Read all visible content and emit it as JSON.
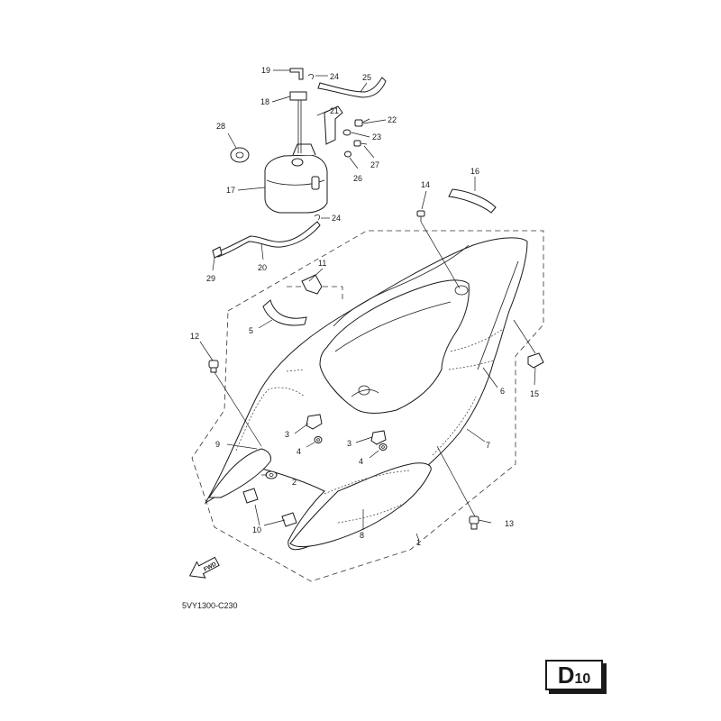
{
  "figure": {
    "code": "5VY1300-C230",
    "fwd_label": "FWD",
    "page_badge": {
      "letter": "D",
      "number": "10"
    }
  },
  "callouts": [
    "1",
    "2",
    "3",
    "3",
    "4",
    "4",
    "5",
    "6",
    "7",
    "8",
    "9",
    "10",
    "11",
    "12",
    "13",
    "14",
    "15",
    "16",
    "17",
    "18",
    "19",
    "20",
    "21",
    "22",
    "23",
    "24",
    "24",
    "25",
    "26",
    "27",
    "28",
    "29"
  ]
}
